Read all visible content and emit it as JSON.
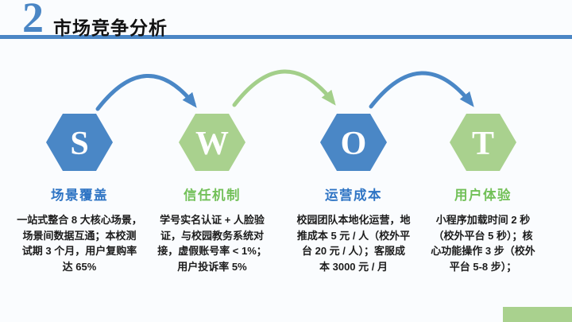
{
  "slide": {
    "page_number": "2",
    "title": "市场竞争分析"
  },
  "colors": {
    "accent_blue": "#4a87c6",
    "accent_green": "#a9d18e",
    "arc_green": "#a3cf8a",
    "column_title_blue": "#2e74c4",
    "column_title_green": "#72c058",
    "header_line": "#4a86c5",
    "background": "#fafcfe"
  },
  "swot": {
    "columns": [
      {
        "letter": "S",
        "title": "场景覆盖",
        "body": "一站式整合 8 大核心场景，\n场景间数据互通；本校测\n试期 3 个月，用户复购率\n达 65%"
      },
      {
        "letter": "W",
        "title": "信任机制",
        "body": "学号实名认证 + 人脸验\n证，与校园教务系统对\n接，虚假账号率 < 1%；\n用户投诉率 5%"
      },
      {
        "letter": "O",
        "title": "运营成本",
        "body": "校园团队本地化运营，地\n推成本 5 元 / 人（校外平\n台 20 元 / 人）；客服成\n本 3000 元 / 月"
      },
      {
        "letter": "T",
        "title": "用户体验",
        "body": "小程序加载时间 2 秒\n（校外平台 5 秒）；核\n心功能操作 3 步（校外\n平台 5-8 步）；"
      }
    ]
  }
}
